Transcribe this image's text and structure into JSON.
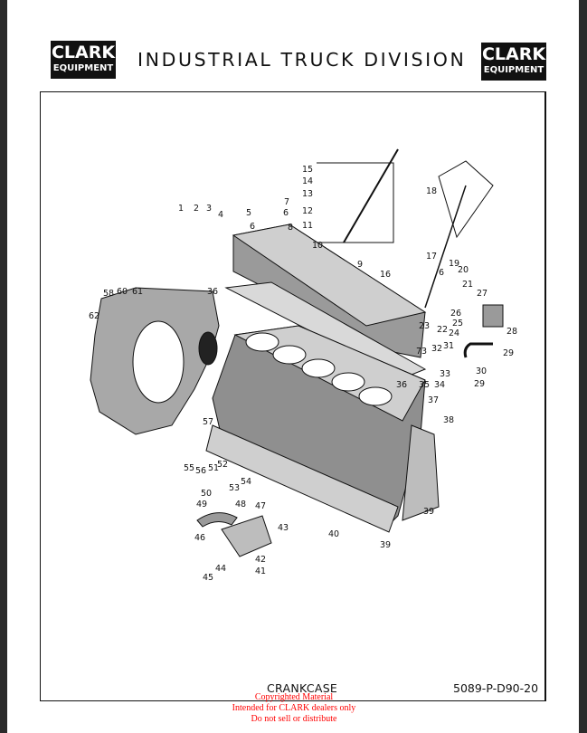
{
  "header": {
    "logo_left": {
      "line1": "CLARK",
      "line2": "EQUIPMENT"
    },
    "logo_right": {
      "line1": "CLARK",
      "line2": "EQUIPMENT"
    },
    "title": "INDUSTRIAL TRUCK DIVISION"
  },
  "diagram": {
    "callouts": [
      "1",
      "2",
      "3",
      "4",
      "5",
      "6",
      "7",
      "6",
      "8",
      "9",
      "10",
      "11",
      "12",
      "13",
      "14",
      "15",
      "16",
      "17",
      "18",
      "6",
      "19",
      "20",
      "21",
      "22",
      "23",
      "24",
      "25",
      "26",
      "27",
      "28",
      "29",
      "30",
      "29",
      "31",
      "32",
      "33",
      "34",
      "35",
      "36",
      "36",
      "37",
      "38",
      "39",
      "39",
      "40",
      "41",
      "42",
      "43",
      "44",
      "45",
      "46",
      "47",
      "48",
      "49",
      "50",
      "51",
      "52",
      "53",
      "54",
      "55",
      "56",
      "57",
      "58",
      "60",
      "61",
      "62",
      "73"
    ]
  },
  "footer": {
    "caption": "CRANKCASE",
    "part_number": "5089-P-D90-20",
    "watermark": [
      "Copyrighted Material",
      "Intended for CLARK dealers only",
      "Do not sell or distribute"
    ]
  },
  "colors": {
    "watermark": "#ff0000",
    "ink": "#111111"
  }
}
